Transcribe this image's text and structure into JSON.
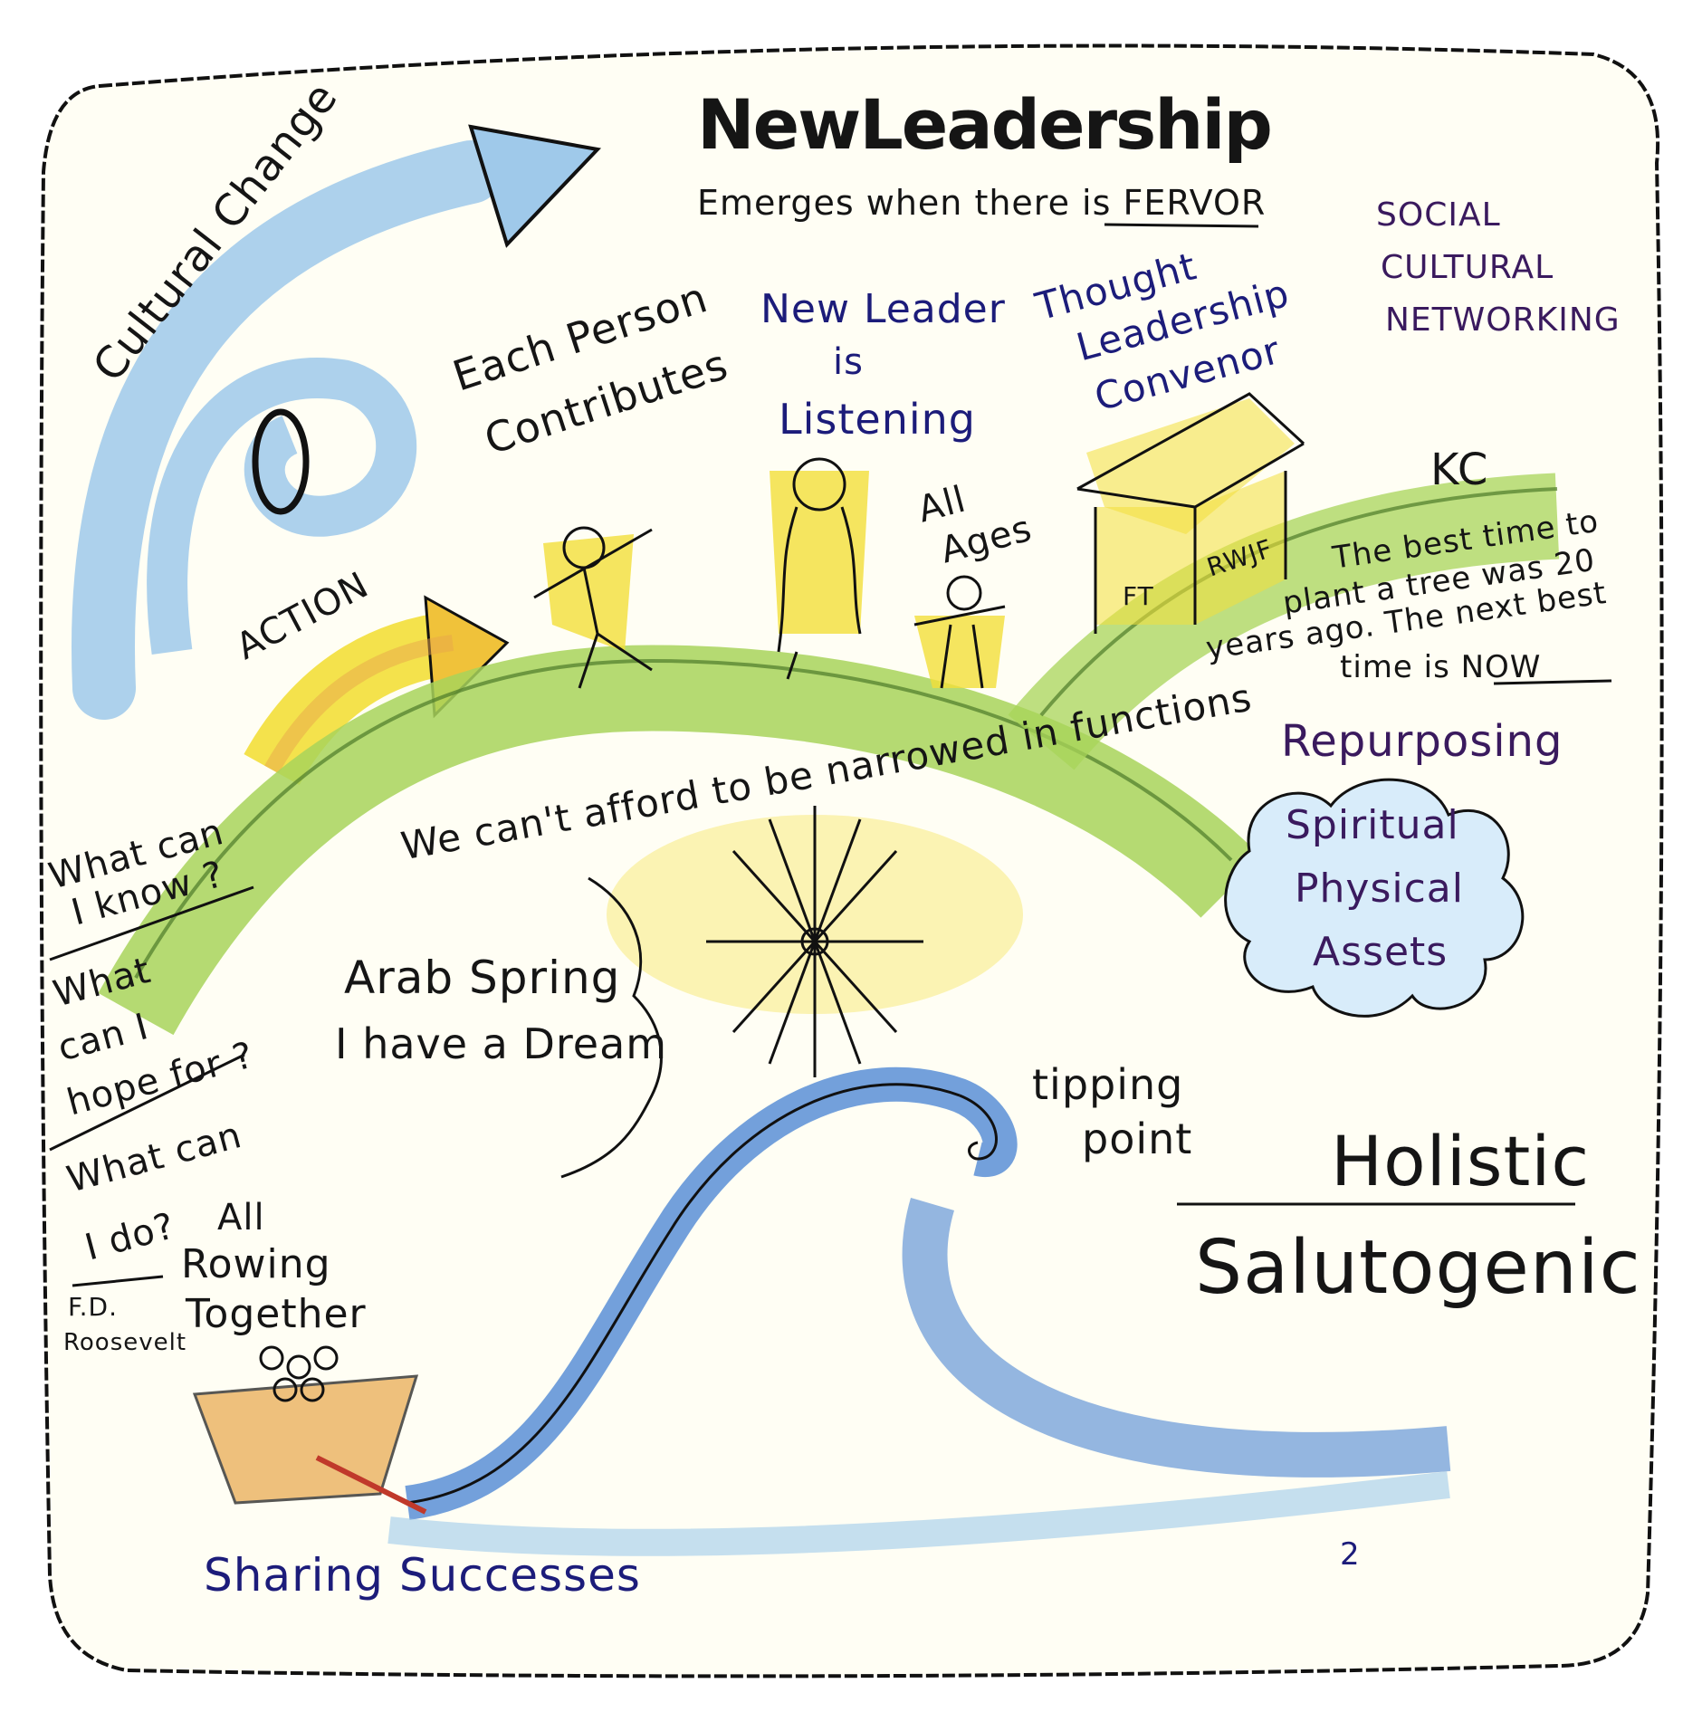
{
  "title": "NewLeadership",
  "subtitle": "Emerges when there is FERVOR",
  "social_cultural": [
    "SOCIAL",
    "CULTURAL",
    "NETWORKING"
  ],
  "cultural_change": "Cultural Change",
  "action": "ACTION",
  "each_person": [
    "Each Person",
    "Contributes"
  ],
  "new_leader": [
    "New Leader",
    "is",
    "Listening"
  ],
  "all_ages": [
    "All",
    "Ages"
  ],
  "thought_leadership": [
    "Thought",
    "Leadership",
    "Convenor"
  ],
  "house_labels": {
    "left": "FT",
    "right": "RWJF"
  },
  "kc": "KC",
  "tree_quote": [
    "The best time to",
    "plant a tree was 20",
    "years ago. The next best",
    "time is NOW"
  ],
  "arc_text": "We can't afford to be narrowed in functions",
  "repurposing": "Repurposing",
  "cloud_items": [
    "Spiritual",
    "Physical",
    "Assets"
  ],
  "questions": [
    "What can",
    "I know ?",
    "What",
    "can I",
    "hope for ?",
    "What can",
    "I do?"
  ],
  "arab_spring": [
    "Arab Spring",
    "I have a Dream"
  ],
  "tipping_point": [
    "tipping",
    "point"
  ],
  "holistic": "Holistic",
  "salutogenic": "Salutogenic",
  "all_rowing": [
    "All",
    "Rowing",
    "Together"
  ],
  "fdr": [
    "F.D.",
    "Roosevelt"
  ],
  "sharing": "Sharing Successes",
  "page_number": "2",
  "colors": {
    "ink": "#151515",
    "navy": "#1c1c7a",
    "purple": "#3a1a5e",
    "sky": "#9fc9ea",
    "wave": "#5b8fd6",
    "green": "#a8d45a",
    "yellow": "#f3df3a",
    "orange": "#e8a64a"
  }
}
